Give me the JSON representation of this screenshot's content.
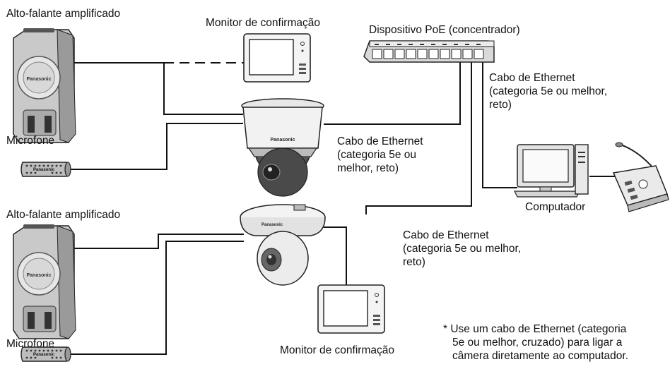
{
  "labels": {
    "speaker_top": "Alto-falante amplificado",
    "monitor_top": "Monitor de confirmação",
    "poe_device": "Dispositivo PoE (concentrador)",
    "cable_right": [
      "Cabo de Ethernet",
      "(categoria 5e ou melhor,",
      "reto)"
    ],
    "microphone_top": "Microfone",
    "cable_middle": [
      "Cabo de Ethernet",
      "(categoria 5e ou",
      "melhor, reto)"
    ],
    "computer": "Computador",
    "speaker_bottom": "Alto-falante amplificado",
    "cable_bottom": [
      "Cabo de Ethernet",
      "(categoria 5e ou melhor,",
      "reto)"
    ],
    "microphone_bottom": "Microfone",
    "monitor_bottom": "Monitor de confirmação",
    "footnote": [
      "* Use um cabo de Ethernet (categoria",
      "5e ou melhor, cruzado) para ligar a",
      "câmera diretamente ao computador."
    ]
  },
  "brand": "Panasonic"
}
